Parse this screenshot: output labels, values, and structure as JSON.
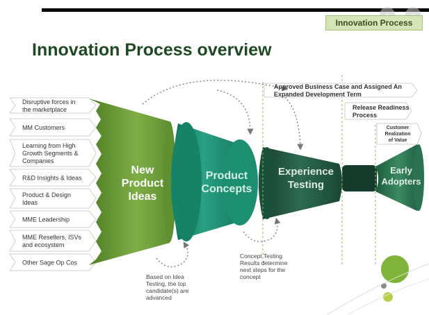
{
  "header": {
    "tag": "Innovation Process",
    "title": "Innovation Process overview",
    "nav_prev": "‹",
    "nav_next": "›"
  },
  "inputs": [
    [
      "Disruptive forces in",
      "the marketplace"
    ],
    [
      "MM Customers"
    ],
    [
      "Learning  from High",
      "Growth Segments &",
      "Companies"
    ],
    [
      "R&D Insights & Ideas"
    ],
    [
      "Product &  Design",
      "Ideas"
    ],
    [
      "MME Leadership"
    ],
    [
      "MME Resellers, ISVs",
      "and ecosystem"
    ],
    [
      "Other Sage Op Cos"
    ]
  ],
  "stages": {
    "ideas": [
      "New",
      "Product",
      "Ideas"
    ],
    "concepts": [
      "Product",
      "Concepts"
    ],
    "testing": [
      "Experience",
      "Testing"
    ],
    "adopters": [
      "Early",
      "Adopters"
    ]
  },
  "milestones": {
    "approved": [
      "Approved Business Case and Assigned An",
      "Expanded Development Term"
    ],
    "release": [
      "Release Readiness",
      "Process"
    ],
    "realization": [
      "Customer",
      "Realization",
      "of Value"
    ]
  },
  "notes": {
    "idea_testing": [
      "Based on Idea",
      "Testing, the top",
      "candidate(s) are",
      "advanced"
    ],
    "concept_testing": [
      "Concept Testing",
      "Results determine",
      "next steps for the",
      "concept"
    ]
  },
  "colors": {
    "title": "#1d4a23",
    "ideas_green": "#6f9f3a",
    "concepts_teal": "#1f8e76",
    "testing_dark": "#1f4c3a",
    "adopters": "#2a6e4f"
  }
}
